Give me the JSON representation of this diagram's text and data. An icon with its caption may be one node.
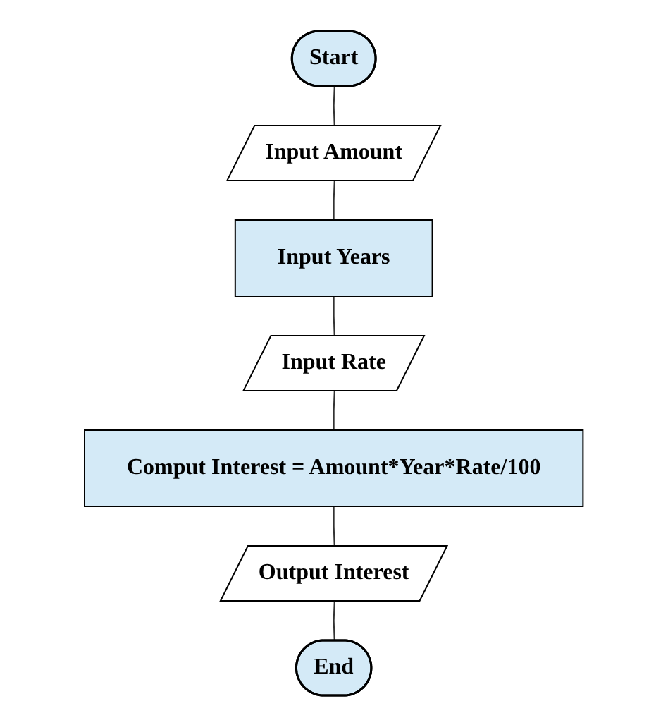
{
  "diagram": {
    "nodes": [
      {
        "text": [
          "Start"
        ]
      },
      {
        "text": [
          "Input Amount"
        ]
      },
      {
        "text": [
          "Input Years"
        ]
      },
      {
        "text": [
          "Input Rate"
        ]
      },
      {
        "text": [
          "Comput Interest = Amount*Year*Rate/100"
        ]
      },
      {
        "text": [
          "Output Interest"
        ]
      },
      {
        "text": [
          "End"
        ]
      }
    ],
    "edges": [
      {
        "from": 0,
        "to": 1,
        "arrow": "none"
      },
      {
        "from": 1,
        "to": 2,
        "arrow": "none"
      },
      {
        "from": 2,
        "to": 3,
        "arrow": "none"
      },
      {
        "from": 3,
        "to": 4,
        "arrow": "none"
      },
      {
        "from": 4,
        "to": 5,
        "arrow": "none"
      },
      {
        "from": 5,
        "to": 6,
        "arrow": "none"
      }
    ]
  }
}
